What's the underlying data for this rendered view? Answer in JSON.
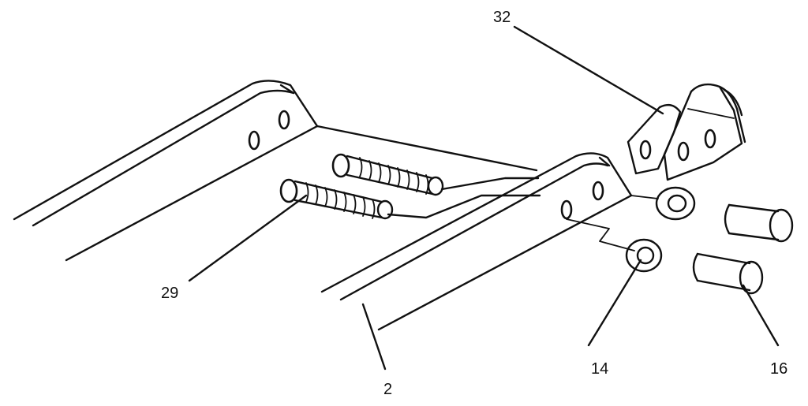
{
  "diagram": {
    "callouts": {
      "part_32": "32",
      "part_29": "29",
      "part_2": "2",
      "part_14": "14",
      "part_16": "16"
    }
  }
}
